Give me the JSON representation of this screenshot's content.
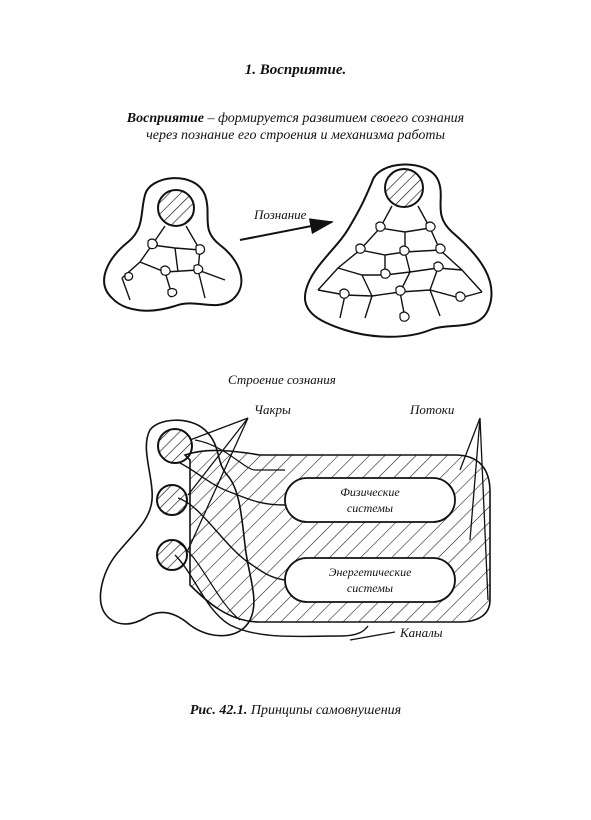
{
  "heading": "1. Восприятие.",
  "definition": {
    "term": "Восприятие",
    "text_line1": " – формируется развитием своего сознания",
    "text_line2": "через познание его строения и механизма работы"
  },
  "top_diagram": {
    "arrow_label": "Познание"
  },
  "structure": {
    "title": "Строение сознания",
    "chakras_label": "Чакры",
    "flows_label": "Потоки",
    "physical_systems": [
      "Физические",
      "системы"
    ],
    "energy_systems": [
      "Энергетические",
      "системы"
    ],
    "channels_label": "Каналы"
  },
  "caption": {
    "figure_number": "Рис. 42.1.",
    "title": " Принципы самовнушения"
  }
}
